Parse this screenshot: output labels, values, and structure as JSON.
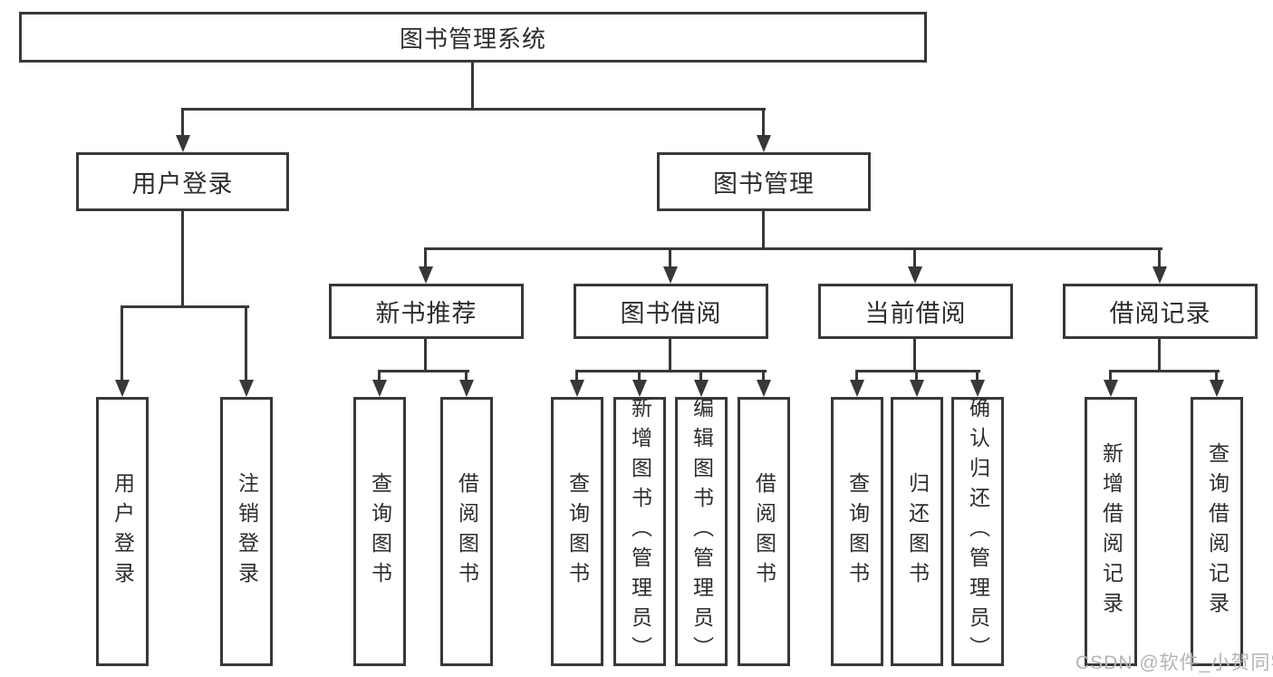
{
  "diagram": {
    "type": "tree",
    "tree": {
      "label": "图书管理系统",
      "children": [
        {
          "label": "用户登录",
          "children": [
            {
              "label": "用户登录"
            },
            {
              "label": "注销登录"
            }
          ]
        },
        {
          "label": "图书管理",
          "children": [
            {
              "label": "新书推荐",
              "children": [
                {
                  "label": "查询图书"
                },
                {
                  "label": "借阅图书"
                }
              ]
            },
            {
              "label": "图书借阅",
              "children": [
                {
                  "label": "查询图书"
                },
                {
                  "label": "新增图书（管理员）"
                },
                {
                  "label": "编辑图书（管理员）"
                },
                {
                  "label": "借阅图书"
                }
              ]
            },
            {
              "label": "当前借阅",
              "children": [
                {
                  "label": "查询图书"
                },
                {
                  "label": "归还图书"
                },
                {
                  "label": "确认归还（管理员）"
                }
              ]
            },
            {
              "label": "借阅记录",
              "children": [
                {
                  "label": "新增借阅记录"
                },
                {
                  "label": "查询借阅记录"
                }
              ]
            }
          ]
        }
      ]
    },
    "colors": {
      "line": "#383838",
      "text": "#2d2d2d",
      "background": "#ffffff",
      "watermark": "#b4b4b4"
    }
  },
  "watermark": {
    "text": "CSDN @软件_小贺同学"
  }
}
